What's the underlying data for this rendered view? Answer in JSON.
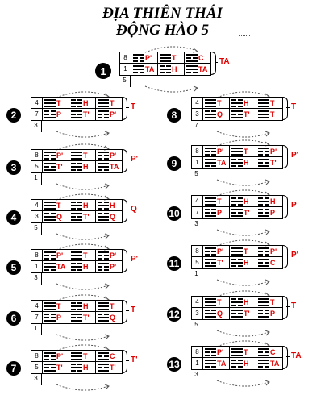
{
  "title": {
    "line1": "ĐỊA THIÊN THÁI",
    "line2": "ĐỘNG HÀO 5"
  },
  "blocks": [
    {
      "num": "1",
      "rows": [
        "8",
        "1",
        "5"
      ],
      "r0": [
        "P'",
        "T",
        "C"
      ],
      "r1": [
        "TA",
        "H",
        "TA"
      ],
      "side": "TA"
    },
    {
      "num": "2",
      "rows": [
        "4",
        "7",
        "3"
      ],
      "r0": [
        "T",
        "H",
        "T"
      ],
      "r1": [
        "P",
        "T'",
        "P'"
      ],
      "side": "T"
    },
    {
      "num": "3",
      "rows": [
        "8",
        "5",
        "1"
      ],
      "r0": [
        "P'",
        "T",
        "P'"
      ],
      "r1": [
        "T'",
        "H",
        "TA"
      ],
      "side": "P'"
    },
    {
      "num": "4",
      "rows": [
        "4",
        "3",
        "5"
      ],
      "r0": [
        "T",
        "H",
        "H"
      ],
      "r1": [
        "Q",
        "T'",
        "Q"
      ],
      "side": "Q"
    },
    {
      "num": "5",
      "rows": [
        "8",
        "1",
        "3"
      ],
      "r0": [
        "P'",
        "T",
        "P'"
      ],
      "r1": [
        "TA",
        "H",
        "P'"
      ],
      "side": "P'"
    },
    {
      "num": "6",
      "rows": [
        "4",
        "7",
        "1"
      ],
      "r0": [
        "T",
        "H",
        "T"
      ],
      "r1": [
        "P",
        "T'",
        "Q"
      ],
      "side": "T"
    },
    {
      "num": "7",
      "rows": [
        "8",
        "5",
        "3"
      ],
      "r0": [
        "P'",
        "T",
        "C"
      ],
      "r1": [
        "T'",
        "H",
        "T'"
      ],
      "side": "T'"
    },
    {
      "num": "8",
      "rows": [
        "4",
        "3",
        "7"
      ],
      "r0": [
        "T",
        "H",
        "T"
      ],
      "r1": [
        "Q",
        "T'",
        "T"
      ],
      "side": "T"
    },
    {
      "num": "9",
      "rows": [
        "8",
        "1",
        "5"
      ],
      "r0": [
        "P'",
        "T",
        "P'"
      ],
      "r1": [
        "TA",
        "H",
        "T'"
      ],
      "side": "P'"
    },
    {
      "num": "10",
      "rows": [
        "4",
        "7",
        "3"
      ],
      "r0": [
        "T",
        "H",
        "H"
      ],
      "r1": [
        "P",
        "T'",
        "P"
      ],
      "side": "P"
    },
    {
      "num": "11",
      "rows": [
        "8",
        "5",
        "1"
      ],
      "r0": [
        "P'",
        "T",
        "P'"
      ],
      "r1": [
        "T'",
        "H",
        "C"
      ],
      "side": "P'"
    },
    {
      "num": "12",
      "rows": [
        "4",
        "3",
        "5"
      ],
      "r0": [
        "T",
        "H",
        "T"
      ],
      "r1": [
        "Q",
        "T'",
        "P"
      ],
      "side": "T"
    },
    {
      "num": "13",
      "rows": [
        "8",
        "1",
        "3"
      ],
      "r0": [
        "P'",
        "T",
        "C"
      ],
      "r1": [
        "TA",
        "H",
        "TA"
      ],
      "side": "TA"
    }
  ]
}
